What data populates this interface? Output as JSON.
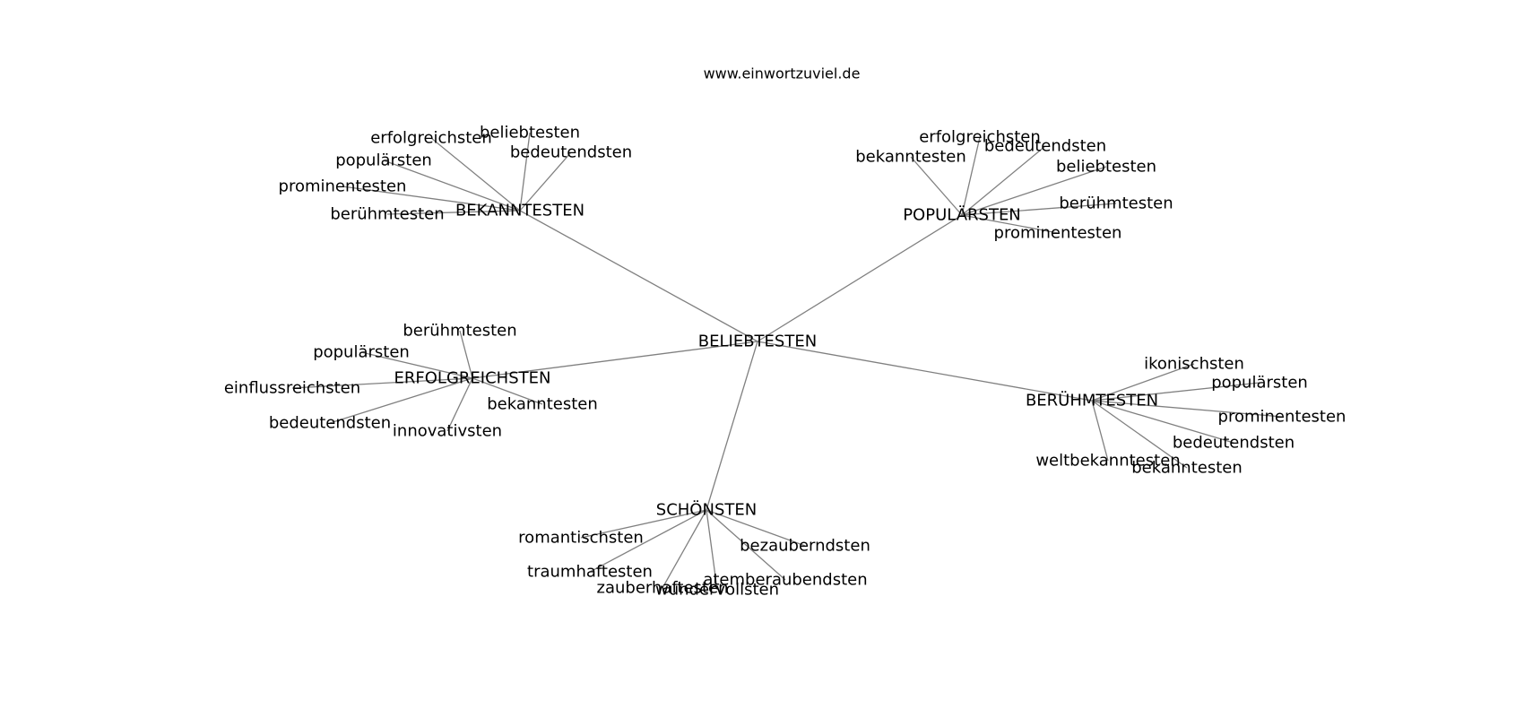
{
  "site": "www.einwortzuviel.de",
  "graph": {
    "root": "BELIEBTESTEN",
    "hubs": [
      {
        "label": "BEKANNTESTEN",
        "leaves": [
          "erfolgreichsten",
          "beliebtesten",
          "bedeutendsten",
          "populärsten",
          "prominentesten",
          "berühmtesten"
        ]
      },
      {
        "label": "POPULÄRSTEN",
        "leaves": [
          "erfolgreichsten",
          "bedeutendsten",
          "bekanntesten",
          "beliebtesten",
          "berühmtesten",
          "prominentesten"
        ]
      },
      {
        "label": "ERFOLGREICHSTEN",
        "leaves": [
          "berühmtesten",
          "populärsten",
          "einflussreichsten",
          "bekanntesten",
          "bedeutendsten",
          "innovativsten"
        ]
      },
      {
        "label": "BERÜHMTESTEN",
        "leaves": [
          "ikonischsten",
          "populärsten",
          "prominentesten",
          "bedeutendsten",
          "weltbekanntesten",
          "bekanntesten"
        ]
      },
      {
        "label": "SCHÖNSTEN",
        "leaves": [
          "romantischsten",
          "bezauberndsten",
          "traumhaftesten",
          "atemberaubendsten",
          "zauberhaftesten",
          "wundervollsten"
        ]
      }
    ]
  }
}
